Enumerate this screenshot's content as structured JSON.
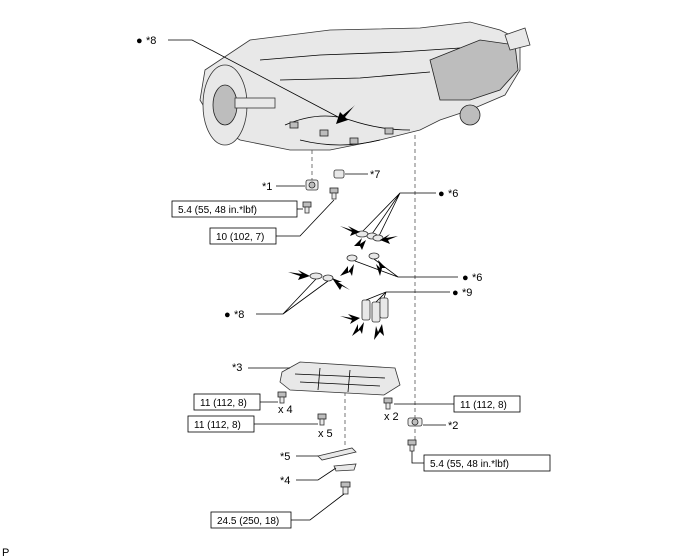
{
  "callouts": {
    "c8_top": "*8",
    "c1": "*1",
    "c7": "*7",
    "c6_a": "*6",
    "c6_b": "*6",
    "c8_mid": "*8",
    "c9": "*9",
    "c3": "*3",
    "c2": "*2",
    "c5": "*5",
    "c4": "*4"
  },
  "bullet": "●",
  "torque": {
    "t1": "5.4 (55, 48 in.*lbf)",
    "t2": "10 (102, 7)",
    "t3": "11 (112, 8)",
    "t4": "11 (112, 8)",
    "t5": "11 (112, 8)",
    "t6": "5.4 (55, 48 in.*lbf)",
    "t7": "24.5 (250, 18)"
  },
  "counts": {
    "x4": "x 4",
    "x5": "x 5",
    "x2": "x 2"
  },
  "footer_mark": "P"
}
